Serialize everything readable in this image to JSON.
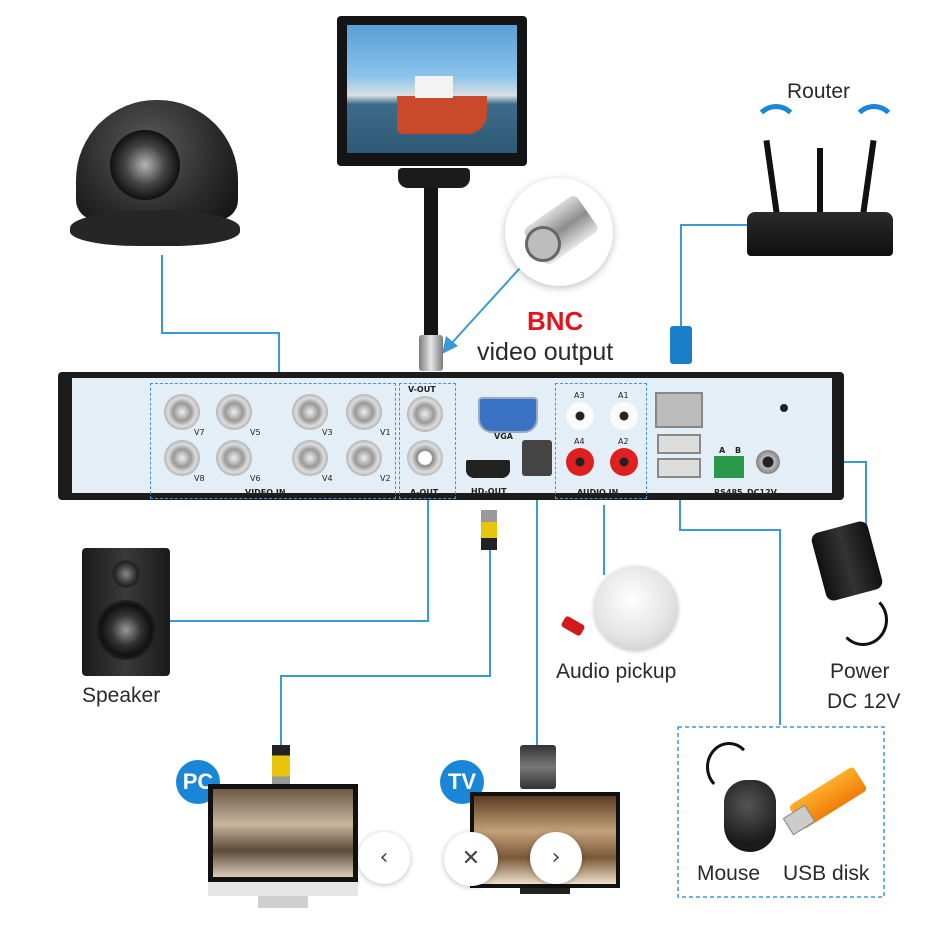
{
  "labels": {
    "router": "Router",
    "bnc": "BNC",
    "video_output": "video output",
    "speaker": "Speaker",
    "audio_pickup": "Audio pickup",
    "power_line1": "Power",
    "power_line2": "DC 12V",
    "pc": "PC",
    "tv": "TV",
    "mouse": "Mouse",
    "usb_disk": "USB disk"
  },
  "dvr_panel": {
    "video_in": "VIDEO IN",
    "v_out": "V-OUT",
    "a_out": "A-OUT",
    "vga": "VGA",
    "hd_out": "HD-OUT",
    "audio_in": "AUDIO IN",
    "rs485": "RS485",
    "dc12v": "DC12V",
    "a": "A",
    "b": "B",
    "channels_top": [
      "V7",
      "V5",
      "V3",
      "V1"
    ],
    "channels_bottom": [
      "V8",
      "V6",
      "V4",
      "V2"
    ],
    "audio_top": [
      "A3",
      "A1"
    ],
    "audio_bottom": [
      "A4",
      "A2"
    ]
  },
  "nav": {
    "prev": "‹",
    "close": "✕",
    "next": "›"
  },
  "colors": {
    "line": "#3a9ad6",
    "bnc_red": "#e3141b",
    "badge_blue": "#1a86d8",
    "dvr_body": "#1c1c1c",
    "dvr_panel": "#e4eef6"
  }
}
